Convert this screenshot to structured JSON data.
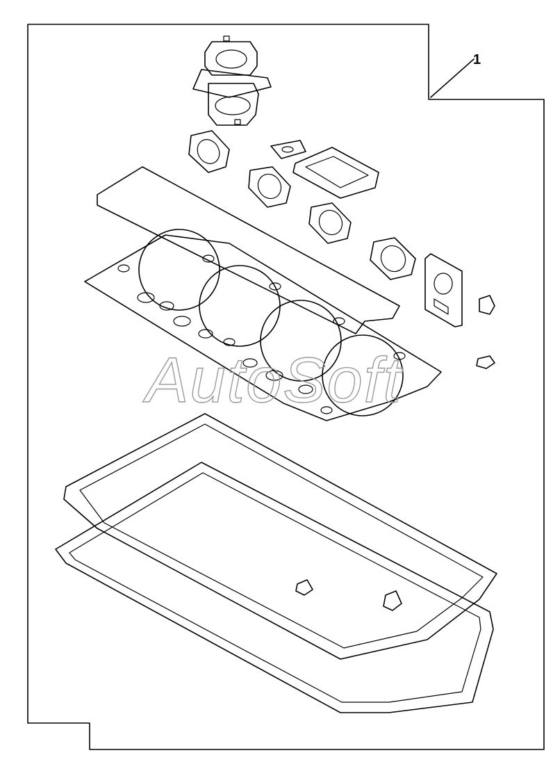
{
  "callouts": [
    {
      "label": "1"
    }
  ],
  "watermark": {
    "text": "AutoSoft"
  },
  "parts": [
    {
      "name": "exhaust-gasket-stack"
    },
    {
      "name": "manifold-port-gasket"
    },
    {
      "name": "thermostat-gasket"
    },
    {
      "name": "rocker-cover-gasket"
    },
    {
      "name": "cylinder-head-gasket"
    },
    {
      "name": "water-pump-gasket"
    },
    {
      "name": "seal-ring"
    },
    {
      "name": "oil-sump-gasket"
    }
  ],
  "colors": {
    "ink": "#000000",
    "watermark": "#9a9a9a",
    "background": "#ffffff"
  }
}
